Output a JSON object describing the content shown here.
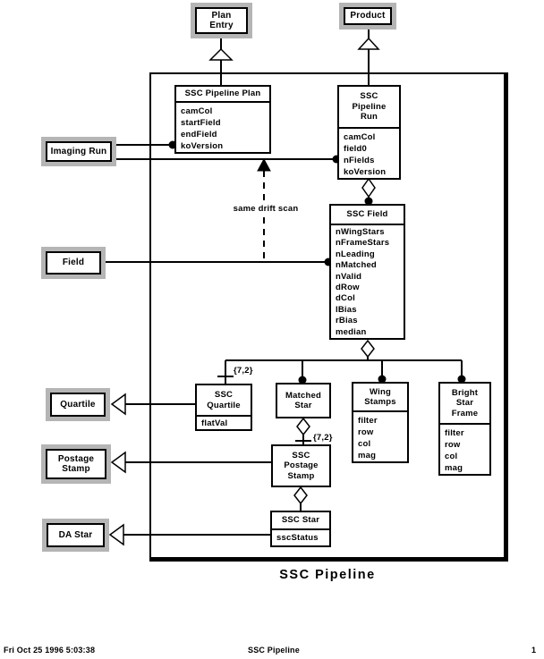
{
  "diagram": {
    "title": "SSC Pipeline",
    "constraint_label": "same drift scan",
    "multiplicity_field_quartile": "{7,2}",
    "multiplicity_matched_postage": "{7,2}"
  },
  "external_nodes": {
    "plan_entry": "Plan\nEntry",
    "product": "Product",
    "imaging_run": "Imaging Run",
    "field": "Field",
    "quartile": "Quartile",
    "postage_stamp": "Postage\nStamp",
    "da_star": "DA Star"
  },
  "classes": {
    "ssc_pipeline_plan": {
      "title": "SSC Pipeline Plan",
      "attrs": [
        "camCol",
        "startField",
        "endField",
        "koVersion"
      ]
    },
    "ssc_pipeline_run": {
      "title": "SSC\nPipeline\nRun",
      "attrs": [
        "camCol",
        "field0",
        "nFields",
        "koVersion"
      ]
    },
    "ssc_field": {
      "title": "SSC Field",
      "attrs": [
        "nWingStars",
        "nFrameStars",
        "nLeading",
        "nMatched",
        "nValid",
        "dRow",
        "dCol",
        "lBias",
        "rBias",
        "median"
      ]
    },
    "ssc_quartile": {
      "title": "SSC\nQuartile",
      "attrs": [
        "flatVal"
      ]
    },
    "matched_star": {
      "title": "Matched\nStar",
      "attrs": []
    },
    "wing_stamps": {
      "title": "Wing\nStamps",
      "attrs": [
        "filter",
        "row",
        "col",
        "mag"
      ]
    },
    "bright_star_frame": {
      "title": "Bright\nStar\nFrame",
      "attrs": [
        "filter",
        "row",
        "col",
        "mag"
      ]
    },
    "ssc_postage_stamp": {
      "title": "SSC\nPostage\nStamp",
      "attrs": []
    },
    "ssc_star": {
      "title": "SSC Star",
      "attrs": [
        "sscStatus"
      ]
    }
  },
  "footer": {
    "date": "Fri Oct 25 1996 5:03:38",
    "center": "SSC Pipeline",
    "page": "1"
  },
  "colors": {
    "background": "#ffffff",
    "line": "#000000",
    "shadow": "#b5b5b5"
  }
}
